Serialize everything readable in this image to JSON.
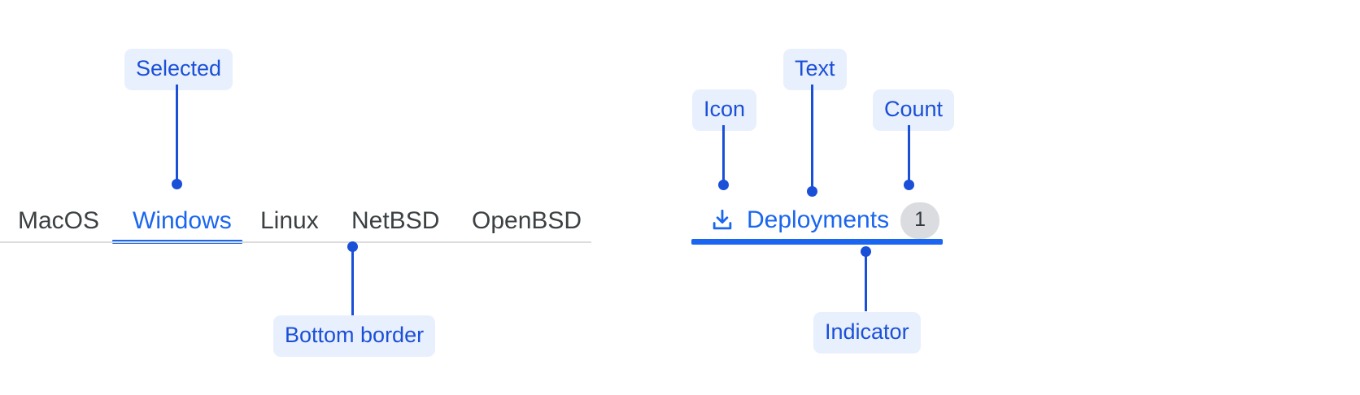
{
  "left_panel": {
    "tabs": [
      {
        "label": "MacOS",
        "selected": false
      },
      {
        "label": "Windows",
        "selected": true
      },
      {
        "label": "Linux",
        "selected": false
      },
      {
        "label": "NetBSD",
        "selected": false
      },
      {
        "label": "OpenBSD",
        "selected": false
      }
    ],
    "annotations": {
      "selected": "Selected",
      "bottom_border": "Bottom border"
    }
  },
  "right_panel": {
    "tab": {
      "icon": "download-icon",
      "label": "Deployments",
      "count": "1",
      "selected": true
    },
    "annotations": {
      "icon": "Icon",
      "text": "Text",
      "count": "Count",
      "indicator": "Indicator"
    }
  },
  "colors": {
    "accent_blue": "#1a66f0",
    "annotation_blue": "#1a4fd8",
    "annotation_bg": "#e9f0fd",
    "tab_text": "#3b4043",
    "divider": "#dcdcdc",
    "badge_bg": "#dadce0",
    "badge_text": "#34393d"
  }
}
